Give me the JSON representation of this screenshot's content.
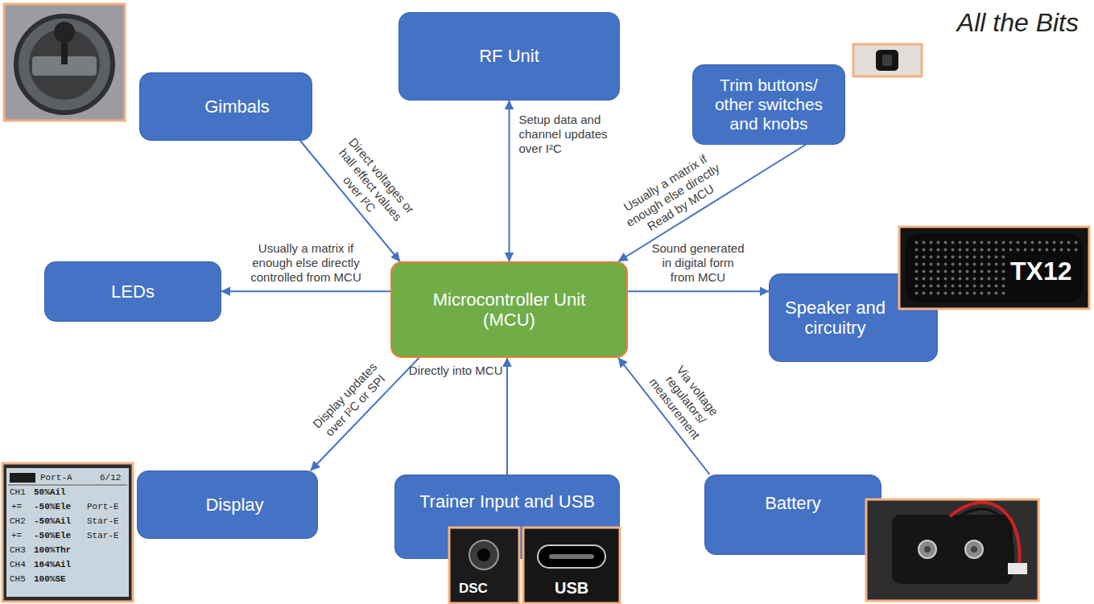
{
  "diagram": {
    "title": "All the Bits",
    "nodes": [
      {
        "text": [
          "Gimbals"
        ]
      },
      {
        "text": [
          "RF Unit"
        ]
      },
      {
        "text": [
          "Trim buttons/ other switches and knobs"
        ]
      },
      {
        "text": [
          "LEDs"
        ]
      },
      {
        "text": [
          "Microcontroller Unit (MCU)"
        ]
      },
      {
        "text": [
          "Speaker and circuitry"
        ]
      },
      {
        "text": [
          "Display"
        ]
      },
      {
        "text": [
          "Trainer Input and USB"
        ]
      },
      {
        "text": [
          "Battery"
        ]
      }
    ],
    "edges": [
      {
        "from": 0,
        "to": 4,
        "arrow": "to",
        "label": "Direct voltages or hall effect values over I²C"
      },
      {
        "from": 1,
        "to": 4,
        "arrow": "both",
        "label": "Setup data and channel updates over I²C"
      },
      {
        "from": 2,
        "to": 4,
        "arrow": "to",
        "label": "Usually a matrix if enough else directly Read by MCU"
      },
      {
        "from": 4,
        "to": 3,
        "arrow": "to",
        "label": "Usually a matrix if enough else directly controlled from MCU"
      },
      {
        "from": 4,
        "to": 5,
        "arrow": "to",
        "label": "Sound generated in digital form from MCU"
      },
      {
        "from": 4,
        "to": 6,
        "arrow": "to",
        "label": "Display updates over I²C or SPI"
      },
      {
        "from": 7,
        "to": 4,
        "arrow": "to",
        "label": "Directly into MCU"
      },
      {
        "from": 8,
        "to": 4,
        "arrow": "to",
        "label": "Via voltage regulators/ measurement"
      }
    ],
    "labels": [
      "TX12",
      "DSC",
      "USB",
      "Port-A",
      "6/12",
      "CH1",
      "50%Ail",
      "+=",
      "-50%Ele",
      "Port-E",
      "CH2",
      "-50%Ail",
      "Star-E",
      "+=",
      "-50%Ele",
      "Star-E",
      "CH3",
      "100%Thr",
      "CH4",
      "164%Ail",
      "CH5",
      "100%SE"
    ]
  }
}
